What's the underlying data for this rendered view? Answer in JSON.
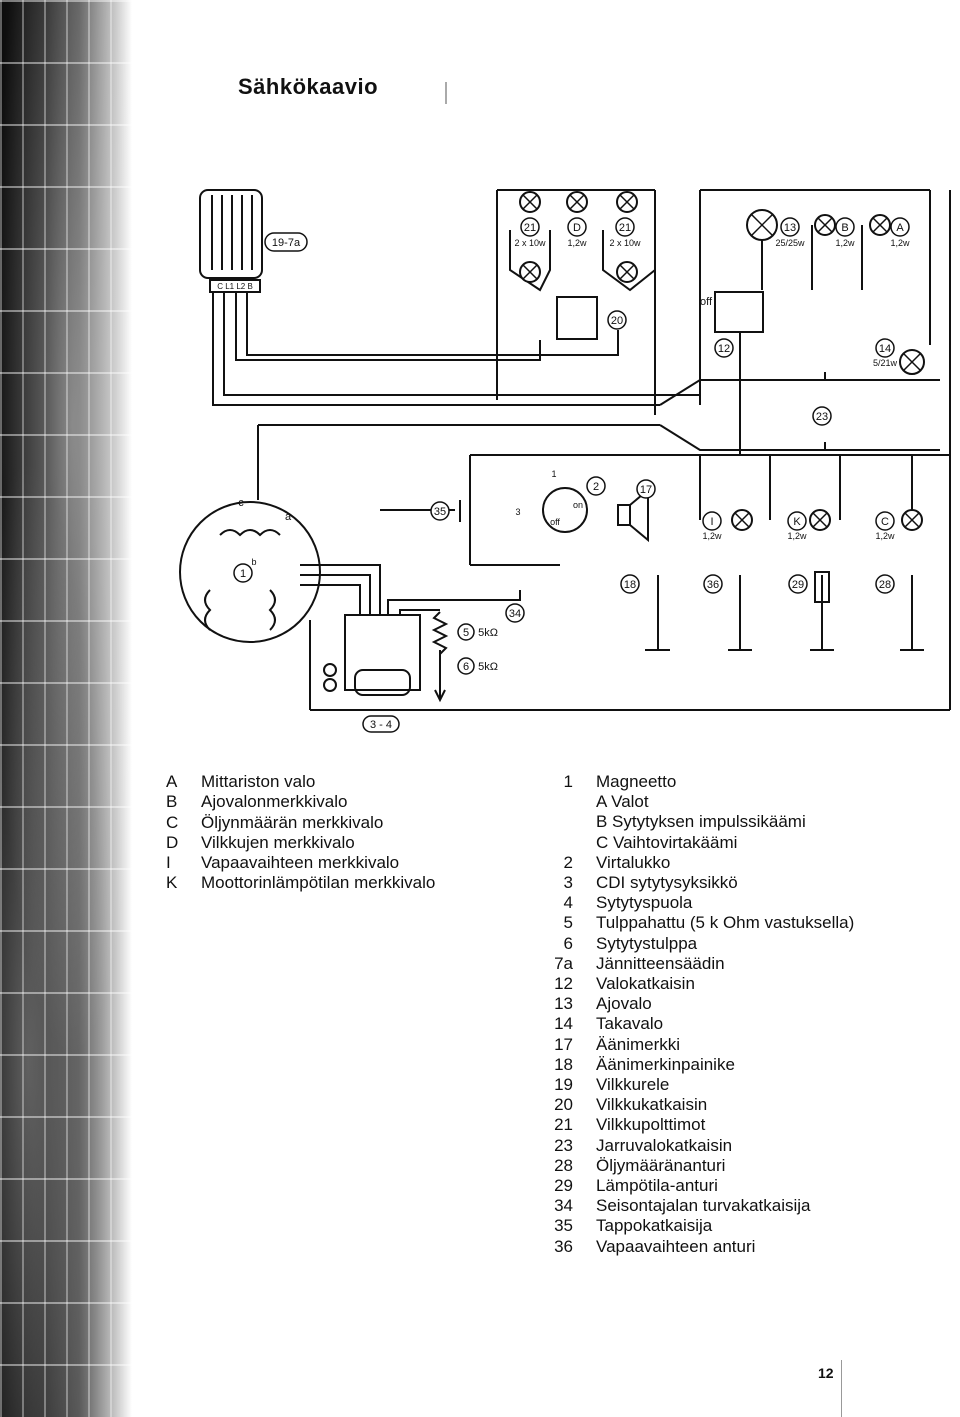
{
  "page": {
    "title": "Sähkökaavio",
    "page_number": "12"
  },
  "diagram": {
    "labels": {
      "rectifier": "19-7a",
      "rectifier_pins": "C L1 L2 B",
      "lamp21a": "21",
      "lamp21a_rating": "2 x 10w",
      "lampD": "D",
      "lampD_rating": "1,2w",
      "lamp21b": "21",
      "lamp21b_rating": "2 x 10w",
      "flasher_switch": "20",
      "lamp13": "13",
      "lamp13_rating": "25/25w",
      "lampB": "B",
      "lampB_rating": "1,2w",
      "lampA": "A",
      "lampA_rating": "1,2w",
      "off": "off",
      "light_switch": "12",
      "lamp14": "14",
      "lamp14_rating": "5/21w",
      "brake_switch": "23",
      "ign_1": "1",
      "ign_2": "2",
      "ign_3": "3",
      "ign_on": "on",
      "ign_off": "off",
      "horn": "17",
      "kill_switch": "35",
      "lampI": "I",
      "lampI_rating": "1,2w",
      "lampK": "K",
      "lampK_rating": "1,2w",
      "lampC": "C",
      "lampC_rating": "1,2w",
      "horn_button": "18",
      "neutral": "36",
      "temp": "29",
      "oil": "28",
      "side_stand": "34",
      "cap5": "5",
      "cap5_val": "5kΩ",
      "plug6": "6",
      "plug6_val": "5kΩ",
      "magneto": "1",
      "mag_a": "a",
      "mag_b": "b",
      "mag_c": "c",
      "coil_id": "3 - 4"
    }
  },
  "legend_left": [
    {
      "key": "A",
      "text": "Mittariston valo"
    },
    {
      "key": "B",
      "text": "Ajovalonmerkkivalo"
    },
    {
      "key": "C",
      "text": "Öljynmäärän merkkivalo"
    },
    {
      "key": "D",
      "text": "Vilkkujen merkkivalo"
    },
    {
      "key": "I",
      "text": "Vapaavaihteen merkkivalo"
    },
    {
      "key": "K",
      "text": "Moottorinlämpötilan merkkivalo"
    }
  ],
  "legend_right": [
    {
      "key": "1",
      "text": "Magneetto"
    },
    {
      "key": "",
      "text": "A Valot"
    },
    {
      "key": "",
      "text": "B Sytytyksen impulssikäämi"
    },
    {
      "key": "",
      "text": "C Vaihtovirtakäämi"
    },
    {
      "key": "2",
      "text": "Virtalukko"
    },
    {
      "key": "3",
      "text": "CDI sytytysyksikkö"
    },
    {
      "key": "4",
      "text": "Sytytyspuola"
    },
    {
      "key": "5",
      "text": "Tulppahattu (5 k Ohm vastuksella)"
    },
    {
      "key": "6",
      "text": "Sytytystulppa"
    },
    {
      "key": "7a",
      "text": "Jännitteensäädin"
    },
    {
      "key": "12",
      "text": "Valokatkaisin"
    },
    {
      "key": "13",
      "text": "Ajovalo"
    },
    {
      "key": "14",
      "text": "Takavalo"
    },
    {
      "key": "17",
      "text": "Äänimerkki"
    },
    {
      "key": "18",
      "text": "Äänimerkinpainike"
    },
    {
      "key": "19",
      "text": "Vilkkurele"
    },
    {
      "key": "20",
      "text": "Vilkkukatkaisin"
    },
    {
      "key": "21",
      "text": "Vilkkupolttimot"
    },
    {
      "key": "23",
      "text": "Jarruvalokatkaisin"
    },
    {
      "key": "28",
      "text": "Öljymääränanturi"
    },
    {
      "key": "29",
      "text": "Lämpötila-anturi"
    },
    {
      "key": "34",
      "text": "Seisontajalan turvakatkaisija"
    },
    {
      "key": "35",
      "text": "Tappokatkaisija"
    },
    {
      "key": "36",
      "text": "Vapaavaihteen anturi"
    }
  ]
}
